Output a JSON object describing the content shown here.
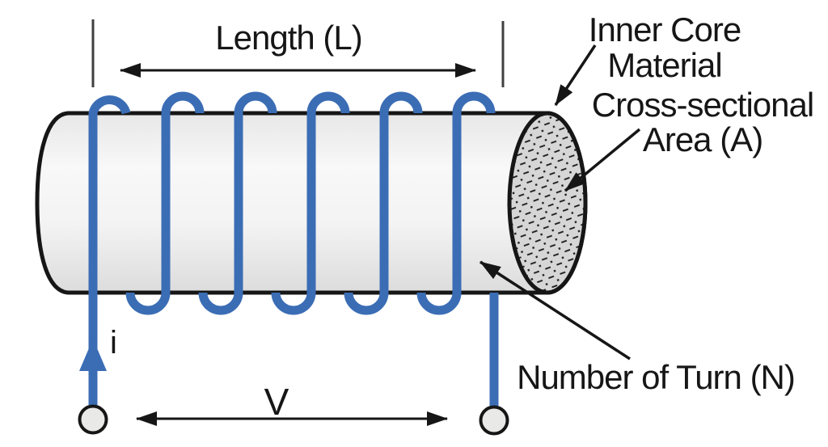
{
  "labels": {
    "length": "Length (L)",
    "inner_core": {
      "line1": "Inner Core",
      "line2": "Material"
    },
    "cross_section": {
      "line1": "Cross-sectional",
      "line2": "Area (A)"
    },
    "turns": "Number of Turn (N)",
    "current": "i",
    "voltage": "V"
  },
  "coil": {
    "visible_top_loops": 6,
    "visible_bottom_loops": 5
  },
  "colors": {
    "wire": "#3b6db5",
    "ink": "#161616",
    "tick": "#3f3f3f",
    "body-light": "#f8f8f8",
    "body-dark": "#dcdcdc",
    "face-fill": "#d6d6d6",
    "terminal-fill": "#e9e9e7",
    "background": "#ffffff"
  }
}
